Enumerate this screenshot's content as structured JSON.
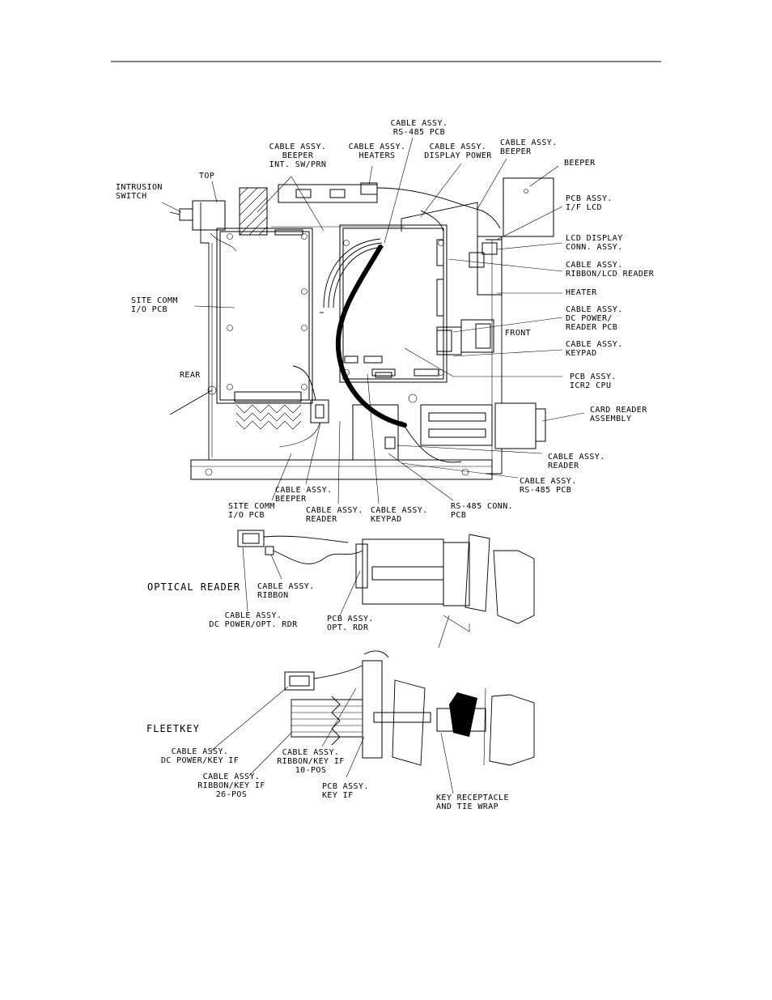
{
  "labels": {
    "cable_rs485_pcb_top": [
      "CABLE ASSY.",
      "RS-485 PCB"
    ],
    "cable_beeper_int_sw": [
      "CABLE ASSY.",
      "BEEPER",
      "INT. SW/PRN"
    ],
    "cable_heaters": [
      "CABLE ASSY.",
      "HEATERS"
    ],
    "cable_display_power": [
      "CABLE ASSY.",
      "DISPLAY POWER"
    ],
    "cable_beeper_top": [
      "CABLE ASSY.",
      "BEEPER"
    ],
    "beeper": [
      "BEEPER"
    ],
    "top": [
      "TOP"
    ],
    "intrusion_switch": [
      "INTRUSION",
      "SWITCH"
    ],
    "pcb_if_lcd": [
      "PCB ASSY.",
      "I/F LCD"
    ],
    "lcd_display_conn": [
      "LCD DISPLAY",
      "CONN. ASSY."
    ],
    "cable_ribbon_lcd_reader": [
      "CABLE ASSY.",
      "RIBBON/LCD READER"
    ],
    "heater": [
      "HEATER"
    ],
    "site_comm_io_pcb_left": [
      "SITE COMM",
      "I/O PCB"
    ],
    "cable_dc_power_reader": [
      "CABLE ASSY.",
      "DC POWER/",
      "READER PCB"
    ],
    "front": [
      "FRONT"
    ],
    "cable_keypad_right": [
      "CABLE ASSY.",
      "KEYPAD"
    ],
    "rear": [
      "REAR"
    ],
    "pcb_icr2_cpu": [
      "PCB ASSY.",
      "ICR2 CPU"
    ],
    "card_reader_assembly": [
      "CARD READER",
      "ASSEMBLY"
    ],
    "cable_reader_right": [
      "CABLE ASSY.",
      "READER"
    ],
    "cable_rs485_pcb_bottom": [
      "CABLE ASSY.",
      "RS-485 PCB"
    ],
    "cable_beeper_bottom": [
      "CABLE ASSY.",
      "BEEPER"
    ],
    "site_comm_io_pcb_bottom": [
      "SITE COMM",
      "I/O PCB"
    ],
    "cable_reader_bottom": [
      "CABLE ASSY.",
      "READER"
    ],
    "cable_keypad_bottom": [
      "CABLE ASSY.",
      "KEYPAD"
    ],
    "rs485_conn_pcb": [
      "RS-485 CONN.",
      "PCB"
    ],
    "optical_reader": [
      "OPTICAL READER"
    ],
    "cable_ribbon": [
      "CABLE ASSY.",
      "RIBBON"
    ],
    "cable_dc_power_opt_rdr": [
      "CABLE ASSY.",
      "DC POWER/OPT. RDR"
    ],
    "pcb_opt_rdr": [
      "PCB ASSY.",
      "OPT. RDR"
    ],
    "fleetkey": [
      "FLEETKEY"
    ],
    "cable_dc_power_key_if": [
      "CABLE ASSY.",
      "DC POWER/KEY IF"
    ],
    "cable_ribbon_key_if_10": [
      "CABLE ASSY.",
      "RIBBON/KEY IF",
      "10-POS"
    ],
    "cable_ribbon_key_if_26": [
      "CABLE ASSY.",
      "RIBBON/KEY IF",
      "26-POS"
    ],
    "pcb_key_if": [
      "PCB ASSY.",
      "KEY IF"
    ],
    "key_receptacle": [
      "KEY RECEPTACLE",
      "AND TIE WRAP"
    ]
  }
}
